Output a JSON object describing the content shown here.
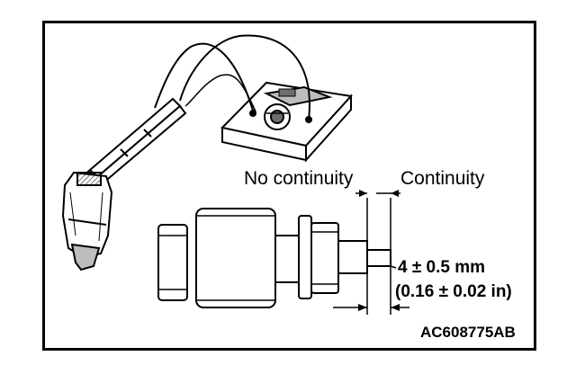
{
  "figure": {
    "label_no_continuity": "No continuity",
    "label_continuity": "Continuity",
    "dimension_mm": "4 ± 0.5 mm",
    "dimension_in": "(0.16 ± 0.02 in)",
    "figure_id": "AC608775AB"
  },
  "colors": {
    "line": "#000000",
    "background": "#ffffff",
    "shade": "#bdbdbd",
    "dark_shade": "#6e6e6e"
  },
  "icons": [
    "multimeter-icon",
    "test-leads-icon",
    "probe-switch-icon",
    "switch-body-icon",
    "plunger-icon",
    "dimension-arrows-icon"
  ]
}
